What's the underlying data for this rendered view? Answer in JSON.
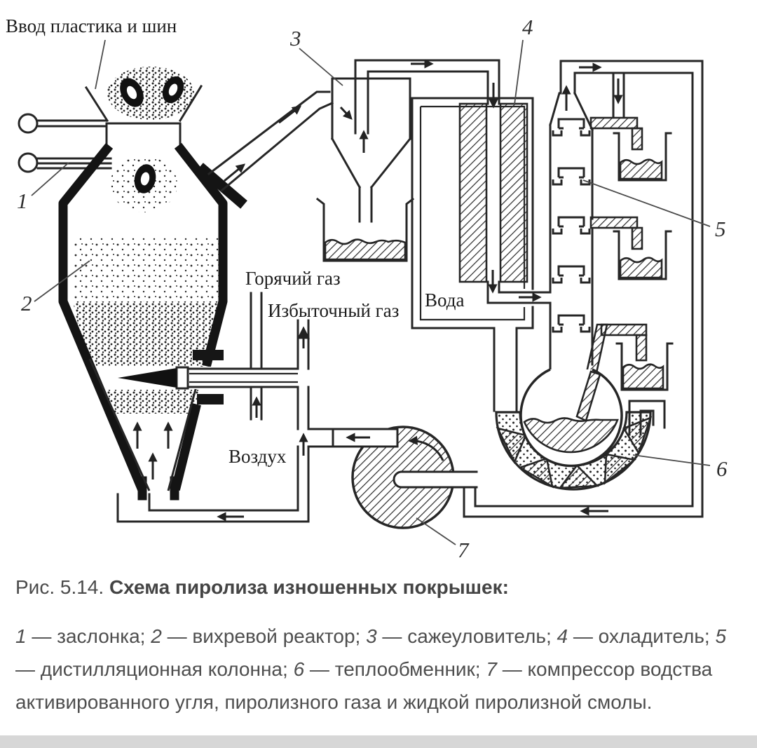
{
  "figure": {
    "labels": {
      "feed_input": "Ввод пластика и шин",
      "hot_gas": "Горячий газ",
      "excess_gas": "Избыточный газ",
      "air": "Воздух",
      "water": "Вода"
    },
    "parts": {
      "1": "1",
      "2": "2",
      "3": "3",
      "4": "4",
      "5": "5",
      "6": "6",
      "7": "7"
    }
  },
  "caption": {
    "prefix": "Рис. 5.14.",
    "title": "Схема пиролиза изношенных покрышек:"
  },
  "legend": {
    "dash": " — ",
    "separator": "; ",
    "items": [
      {
        "num": "1",
        "text": "заслонка"
      },
      {
        "num": "2",
        "text": "вихревой реактор"
      },
      {
        "num": "3",
        "text": "сажеуловитель"
      },
      {
        "num": "4",
        "text": "охладитель"
      },
      {
        "num": "5",
        "text": "дистилляционная колонна"
      },
      {
        "num": "6",
        "text": "теплообменник"
      },
      {
        "num": "7",
        "text": "компрессор водства активированного угля, пиролизного газа и жидкой пиролизной смолы."
      }
    ]
  },
  "colors": {
    "line": "#262626",
    "caption_text": "#4a4a4a",
    "background": "#ffffff",
    "footer_bar": "#d7d7d7"
  }
}
